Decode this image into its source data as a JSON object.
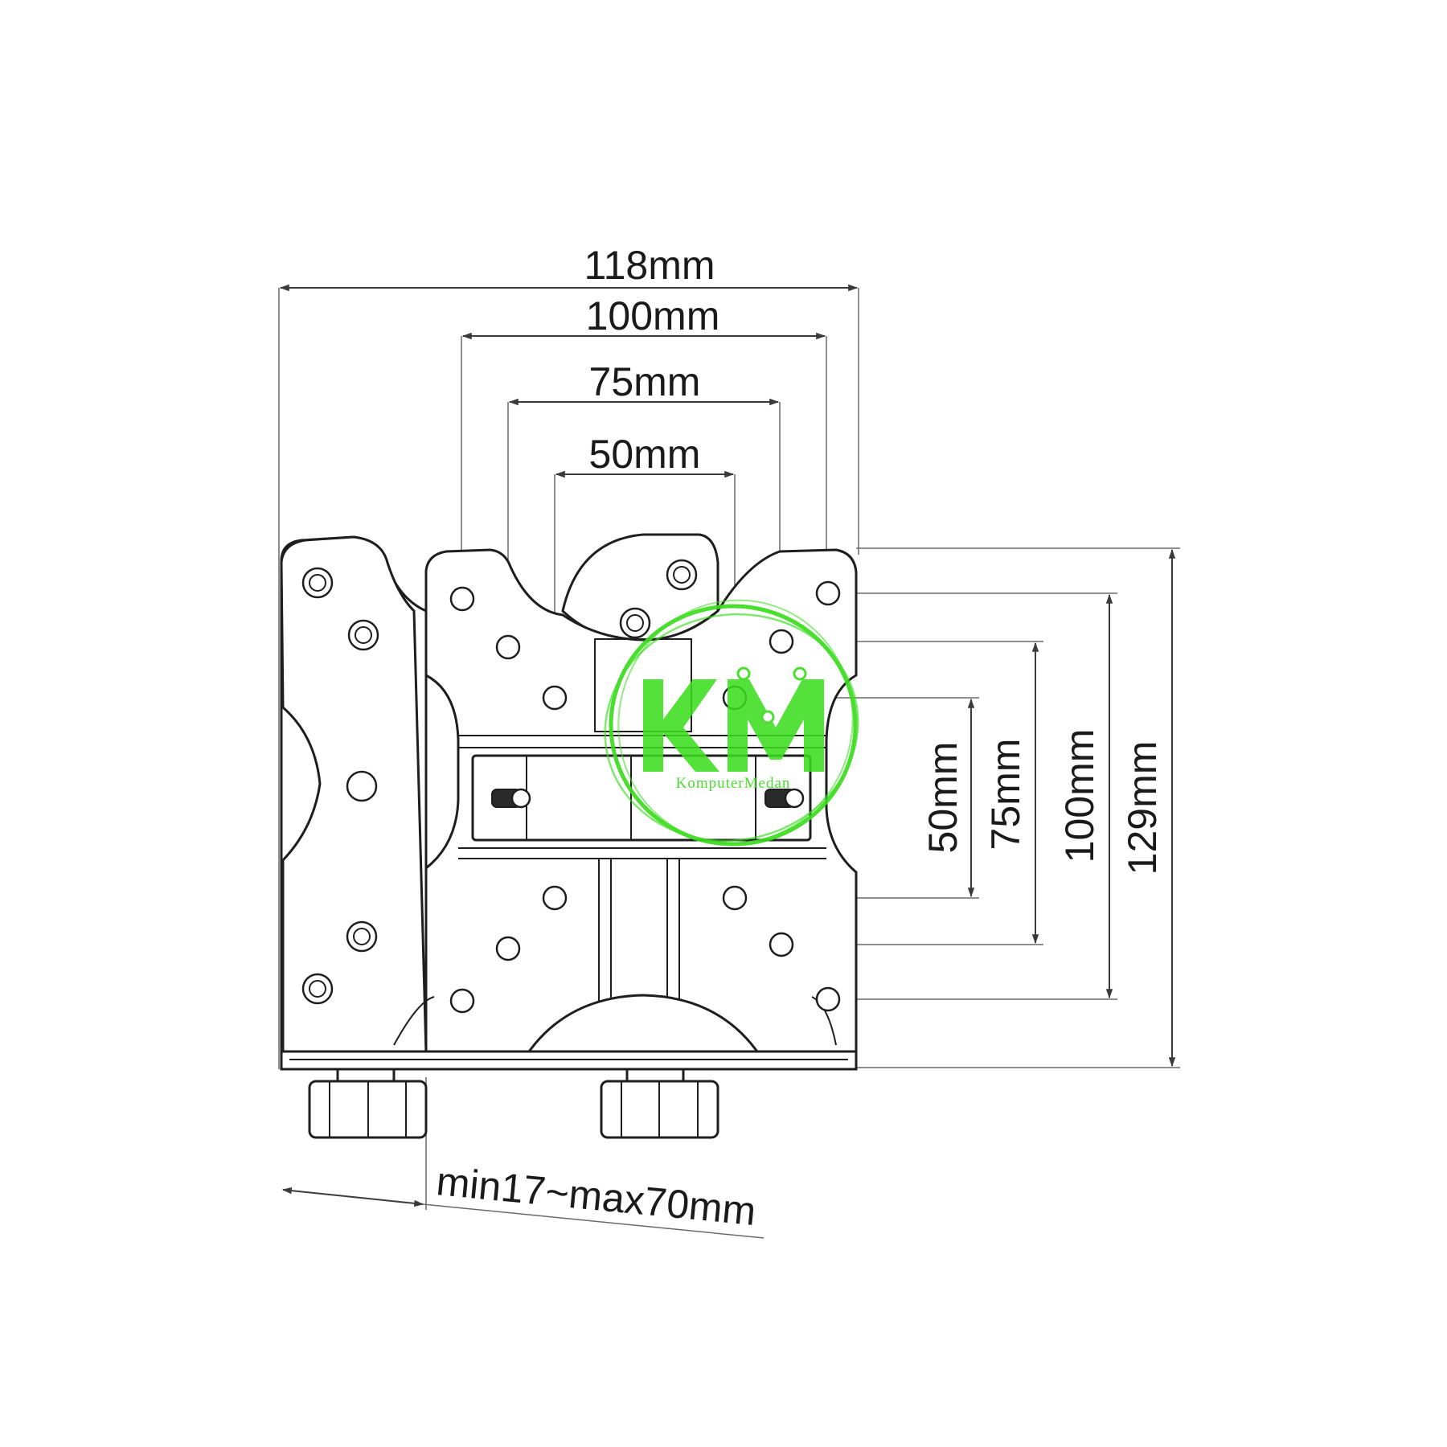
{
  "diagram": {
    "top_dimensions": {
      "overall_width": "118mm",
      "vesa_100": "100mm",
      "vesa_75": "75mm",
      "vesa_50": "50mm"
    },
    "side_dimensions": {
      "vesa_50": "50mm",
      "vesa_75": "75mm",
      "vesa_100": "100mm",
      "overall_height": "129mm"
    },
    "clamp_range": "min17~max70mm"
  },
  "watermark": {
    "logo_letters": "KM",
    "brand_name": "KomputerMedan",
    "color": "#3bdc1e"
  }
}
